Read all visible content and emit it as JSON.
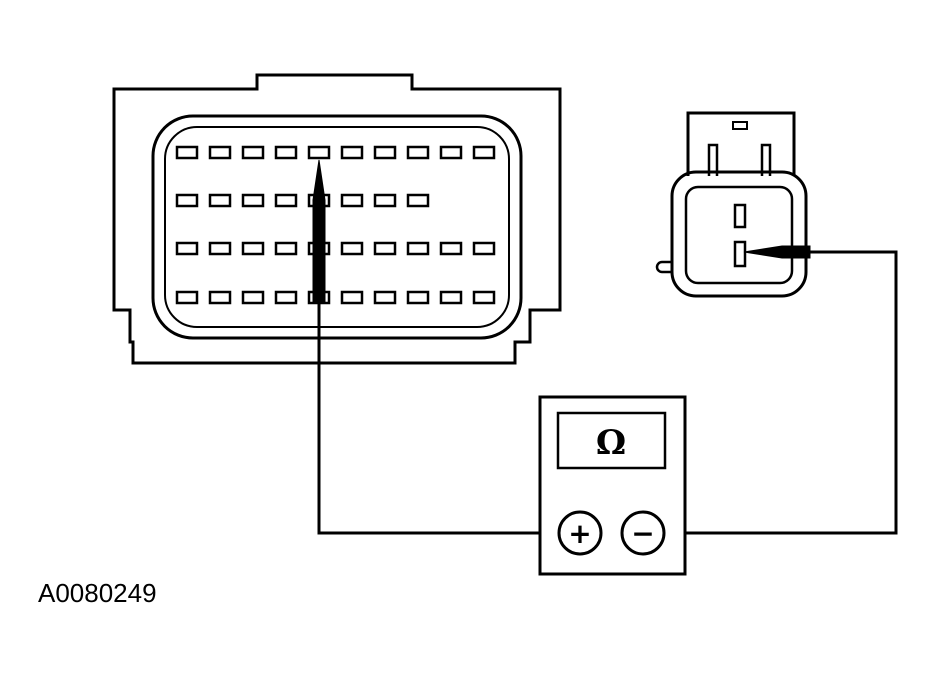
{
  "figure_id": "A0080249",
  "meter": {
    "display_symbol": "Ω",
    "positive_label": "+",
    "negative_label": "−"
  },
  "ecu_connector": {
    "pin_rows": [
      10,
      8,
      10,
      10
    ],
    "probed_pin": {
      "row": 1,
      "index": 5
    }
  },
  "component_connector": {
    "terminals": 2,
    "probed_terminal": 2
  },
  "colors": {
    "line": "#000000",
    "background": "#ffffff"
  }
}
